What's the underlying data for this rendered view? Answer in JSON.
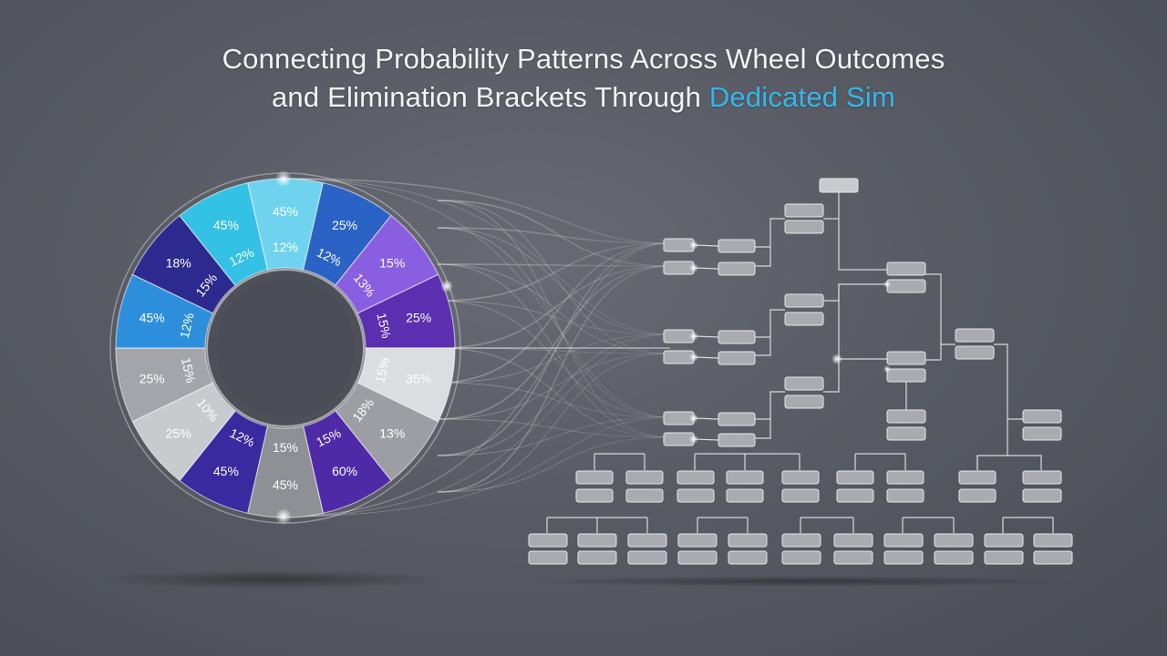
{
  "title": {
    "line1": "Connecting Probability Patterns Across Wheel Outcomes",
    "line2_plain": "and Elimination Brackets Through ",
    "line2_accent": "Dedicated Sim"
  },
  "colors": {
    "accent": "#35b6ea",
    "bracket_node": "#a9abb0",
    "bracket_line": "#d8d9dc"
  },
  "wheel": {
    "segments": [
      {
        "outer": "45%",
        "inner": "12%",
        "color": "#6fd3ef"
      },
      {
        "outer": "25%",
        "inner": "12%",
        "color": "#2a62c6"
      },
      {
        "outer": "15%",
        "inner": "13%",
        "color": "#8a5ee0"
      },
      {
        "outer": "25%",
        "inner": "15%",
        "color": "#5b2fb0"
      },
      {
        "outer": "35%",
        "inner": "15%",
        "color": "#dcdde0"
      },
      {
        "outer": "13%",
        "inner": "18%",
        "color": "#9c9ea3"
      },
      {
        "outer": "60%",
        "inner": "15%",
        "color": "#4e2aa6"
      },
      {
        "outer": "45%",
        "inner": "15%",
        "color": "#8e9095"
      },
      {
        "outer": "45%",
        "inner": "12%",
        "color": "#3a2aa0"
      },
      {
        "outer": "25%",
        "inner": "10%",
        "color": "#c9cacd"
      },
      {
        "outer": "25%",
        "inner": "15%",
        "color": "#a3a5aa"
      },
      {
        "outer": "45%",
        "inner": "12%",
        "color": "#2d8fdc"
      },
      {
        "outer": "18%",
        "inner": "15%",
        "color": "#2c2a8e"
      },
      {
        "outer": "45%",
        "inner": "12%",
        "color": "#34c1e6"
      }
    ]
  }
}
